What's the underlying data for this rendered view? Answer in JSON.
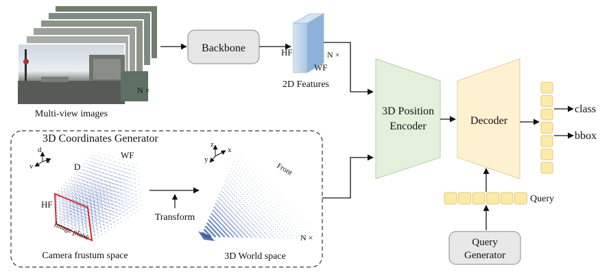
{
  "labels": {
    "multi_view_images": "Multi-view images",
    "n_times_images": "N ×",
    "backbone": "Backbone",
    "hf_features": "HF",
    "wf_features": "WF",
    "n_times_features": "N ×",
    "features_2d": "2D Features",
    "coords_generator": "3D Coordinates Generator",
    "axis_d": "d",
    "axis_v": "v",
    "axis_u": "u",
    "frustum_D": "D",
    "frustum_WF": "WF",
    "frustum_HF": "HF",
    "image_plane": "Image plane",
    "camera_frustum_space": "Camera frustum space",
    "transform": "Transform",
    "axis_z": "z",
    "axis_x": "x",
    "axis_y": "y",
    "front": "Front",
    "n_times_world": "N ×",
    "world_space": "3D World space",
    "position_encoder_line1": "3D Position",
    "position_encoder_line2": "Encoder",
    "decoder": "Decoder",
    "class": "class",
    "bbox": "bbox",
    "query": "Query",
    "query_generator_line1": "Query",
    "query_generator_line2": "Generator"
  },
  "colors": {
    "backbone_fill": "#e6e6e6",
    "feature_block": "#bcd3ea",
    "position_encoder_fill": "#e3f0dc",
    "decoder_fill": "#fdf1d2",
    "token_fill": "#fde9a8",
    "query_generator_fill": "#e8e8e8",
    "frustum_points": "#6b86c6",
    "image_plane": "#d62a2a"
  }
}
